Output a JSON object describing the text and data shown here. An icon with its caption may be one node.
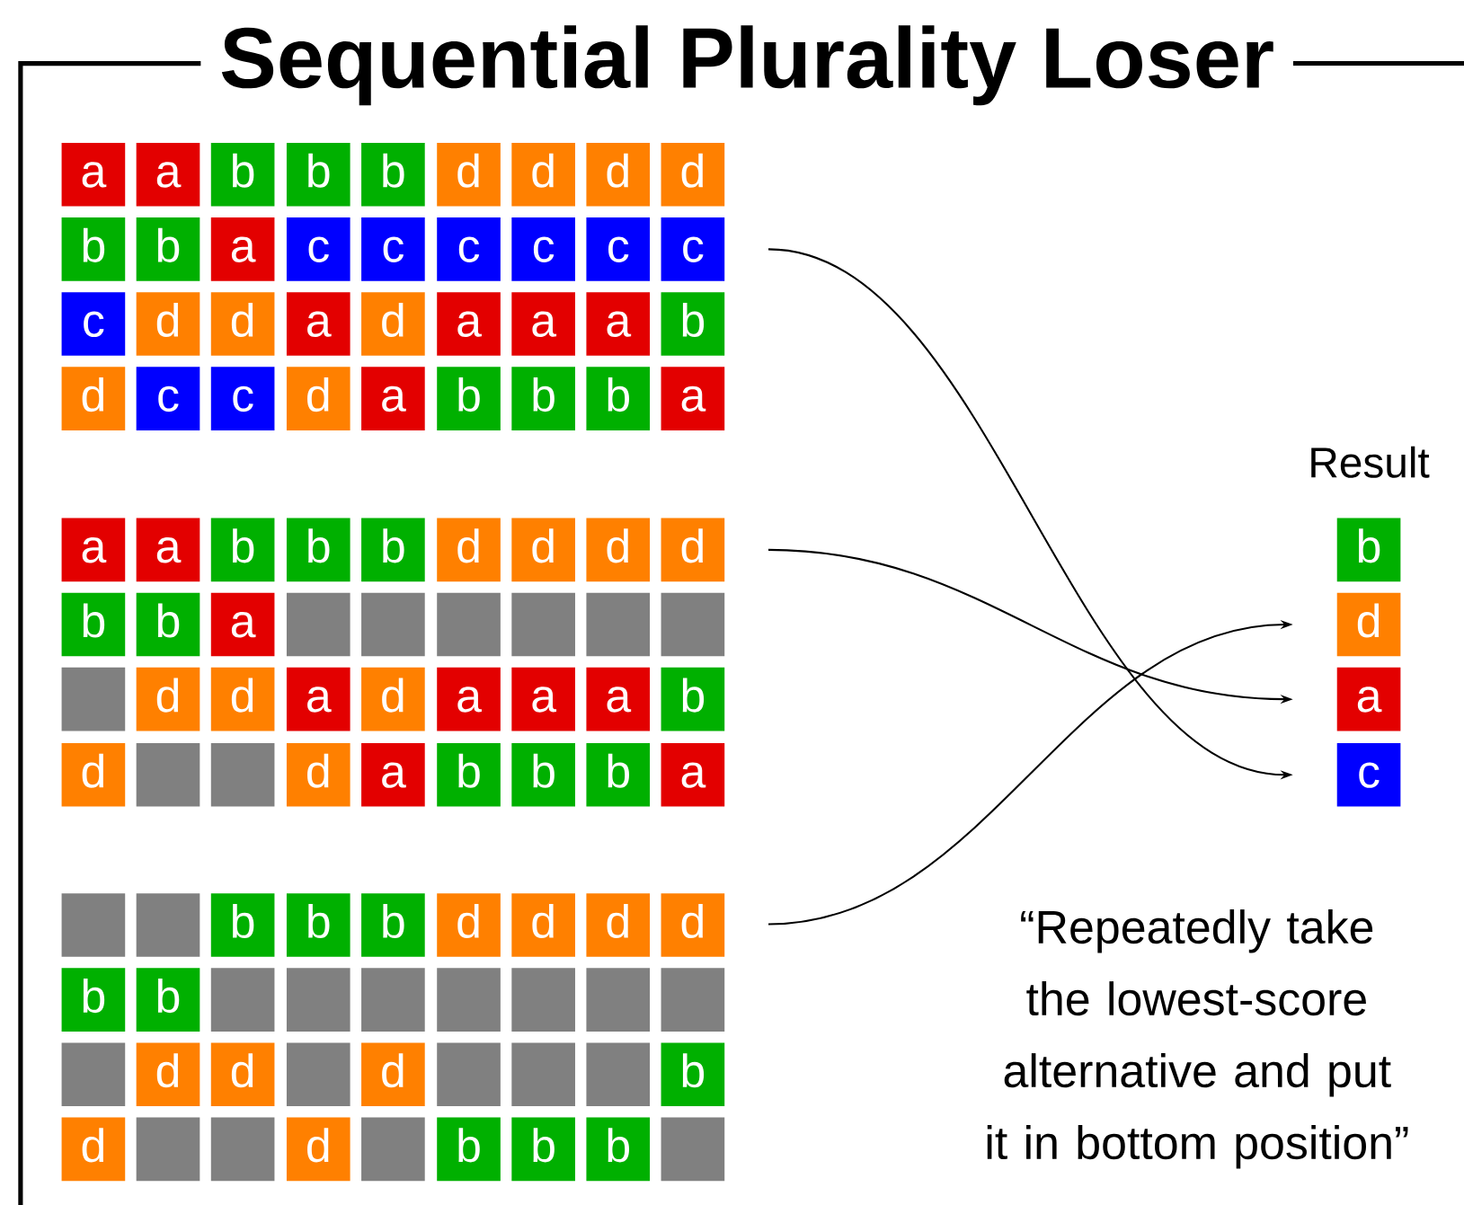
{
  "diagram": {
    "title": "Sequential Plurality Loser",
    "nodes": [
      {
        "text": [
          "a"
        ]
      },
      {
        "text": [
          "a"
        ]
      },
      {
        "text": [
          "b"
        ]
      },
      {
        "text": [
          "b"
        ]
      },
      {
        "text": [
          "b"
        ]
      },
      {
        "text": [
          "d"
        ]
      },
      {
        "text": [
          "d"
        ]
      },
      {
        "text": [
          "d"
        ]
      },
      {
        "text": [
          "d"
        ]
      },
      {
        "text": [
          "b"
        ]
      },
      {
        "text": [
          "b"
        ]
      },
      {
        "text": [
          "a"
        ]
      },
      {
        "text": [
          "c"
        ]
      },
      {
        "text": [
          "c"
        ]
      },
      {
        "text": [
          "c"
        ]
      },
      {
        "text": [
          "c"
        ]
      },
      {
        "text": [
          "c"
        ]
      },
      {
        "text": [
          "c"
        ]
      },
      {
        "text": [
          "c"
        ]
      },
      {
        "text": [
          "d"
        ]
      },
      {
        "text": [
          "d"
        ]
      },
      {
        "text": [
          "a"
        ]
      },
      {
        "text": [
          "d"
        ]
      },
      {
        "text": [
          "a"
        ]
      },
      {
        "text": [
          "a"
        ]
      },
      {
        "text": [
          "a"
        ]
      },
      {
        "text": [
          "b"
        ]
      },
      {
        "text": [
          "d"
        ]
      },
      {
        "text": [
          "c"
        ]
      },
      {
        "text": [
          "c"
        ]
      },
      {
        "text": [
          "d"
        ]
      },
      {
        "text": [
          "a"
        ]
      },
      {
        "text": [
          "b"
        ]
      },
      {
        "text": [
          "b"
        ]
      },
      {
        "text": [
          "b"
        ]
      },
      {
        "text": [
          "a"
        ]
      },
      {
        "text": [
          "a"
        ]
      },
      {
        "text": [
          "a"
        ]
      },
      {
        "text": [
          "b"
        ]
      },
      {
        "text": [
          "b"
        ]
      },
      {
        "text": [
          "b"
        ]
      },
      {
        "text": [
          "d"
        ]
      },
      {
        "text": [
          "d"
        ]
      },
      {
        "text": [
          "d"
        ]
      },
      {
        "text": [
          "d"
        ]
      },
      {
        "text": [
          "b"
        ]
      },
      {
        "text": [
          "b"
        ]
      },
      {
        "text": [
          "a"
        ]
      },
      {
        "text": [],
        "shape": "box"
      },
      {
        "text": [],
        "shape": "box"
      },
      {
        "text": [],
        "shape": "box"
      },
      {
        "text": [],
        "shape": "box"
      },
      {
        "text": [],
        "shape": "box"
      },
      {
        "text": [],
        "shape": "box"
      },
      {
        "text": [],
        "shape": "box"
      },
      {
        "text": [
          "d"
        ]
      },
      {
        "text": [
          "d"
        ]
      },
      {
        "text": [
          "a"
        ]
      },
      {
        "text": [
          "d"
        ]
      },
      {
        "text": [
          "a"
        ]
      },
      {
        "text": [
          "a"
        ]
      },
      {
        "text": [
          "a"
        ]
      },
      {
        "text": [
          "b"
        ]
      },
      {
        "text": [
          "d"
        ]
      },
      {
        "text": [],
        "shape": "box"
      },
      {
        "text": [],
        "shape": "box"
      },
      {
        "text": [
          "d"
        ]
      },
      {
        "text": [
          "a"
        ]
      },
      {
        "text": [
          "b"
        ]
      },
      {
        "text": [
          "b"
        ]
      },
      {
        "text": [
          "b"
        ]
      },
      {
        "text": [
          "a"
        ]
      },
      {
        "text": [],
        "shape": "box"
      },
      {
        "text": [],
        "shape": "box"
      },
      {
        "text": [
          "b"
        ]
      },
      {
        "text": [
          "b"
        ]
      },
      {
        "text": [
          "b"
        ]
      },
      {
        "text": [
          "d"
        ]
      },
      {
        "text": [
          "d"
        ]
      },
      {
        "text": [
          "d"
        ]
      },
      {
        "text": [
          "d"
        ]
      },
      {
        "text": [
          "b"
        ]
      },
      {
        "text": [
          "b"
        ]
      },
      {
        "text": [],
        "shape": "box"
      },
      {
        "text": [],
        "shape": "box"
      },
      {
        "text": [],
        "shape": "box"
      },
      {
        "text": [],
        "shape": "box"
      },
      {
        "text": [],
        "shape": "box"
      },
      {
        "text": [],
        "shape": "box"
      },
      {
        "text": [],
        "shape": "box"
      },
      {
        "text": [],
        "shape": "box"
      },
      {
        "text": [
          "d"
        ]
      },
      {
        "text": [
          "d"
        ]
      },
      {
        "text": [],
        "shape": "box"
      },
      {
        "text": [
          "d"
        ]
      },
      {
        "text": [],
        "shape": "box"
      },
      {
        "text": [],
        "shape": "box"
      },
      {
        "text": [],
        "shape": "box"
      },
      {
        "text": [
          "b"
        ]
      },
      {
        "text": [
          "d"
        ]
      },
      {
        "text": [],
        "shape": "box"
      },
      {
        "text": [],
        "shape": "box"
      },
      {
        "text": [
          "d"
        ]
      },
      {
        "text": [],
        "shape": "box"
      },
      {
        "text": [
          "b"
        ]
      },
      {
        "text": [
          "b"
        ]
      },
      {
        "text": [
          "b"
        ]
      },
      {
        "text": [],
        "shape": "box"
      },
      {
        "text": [
          "b"
        ]
      },
      {
        "text": [
          "d"
        ]
      },
      {
        "text": [
          "a"
        ]
      },
      {
        "text": [
          "c"
        ]
      }
    ],
    "edges": [
      {
        "from": null,
        "to": 111,
        "arrow": "to"
      },
      {
        "from": null,
        "to": 110,
        "arrow": "to"
      },
      {
        "from": null,
        "to": 109,
        "arrow": "to"
      }
    ],
    "labels": [
      "Result",
      "“Repeatedly take the lowest-score alternative and put it in bottom position”"
    ]
  }
}
